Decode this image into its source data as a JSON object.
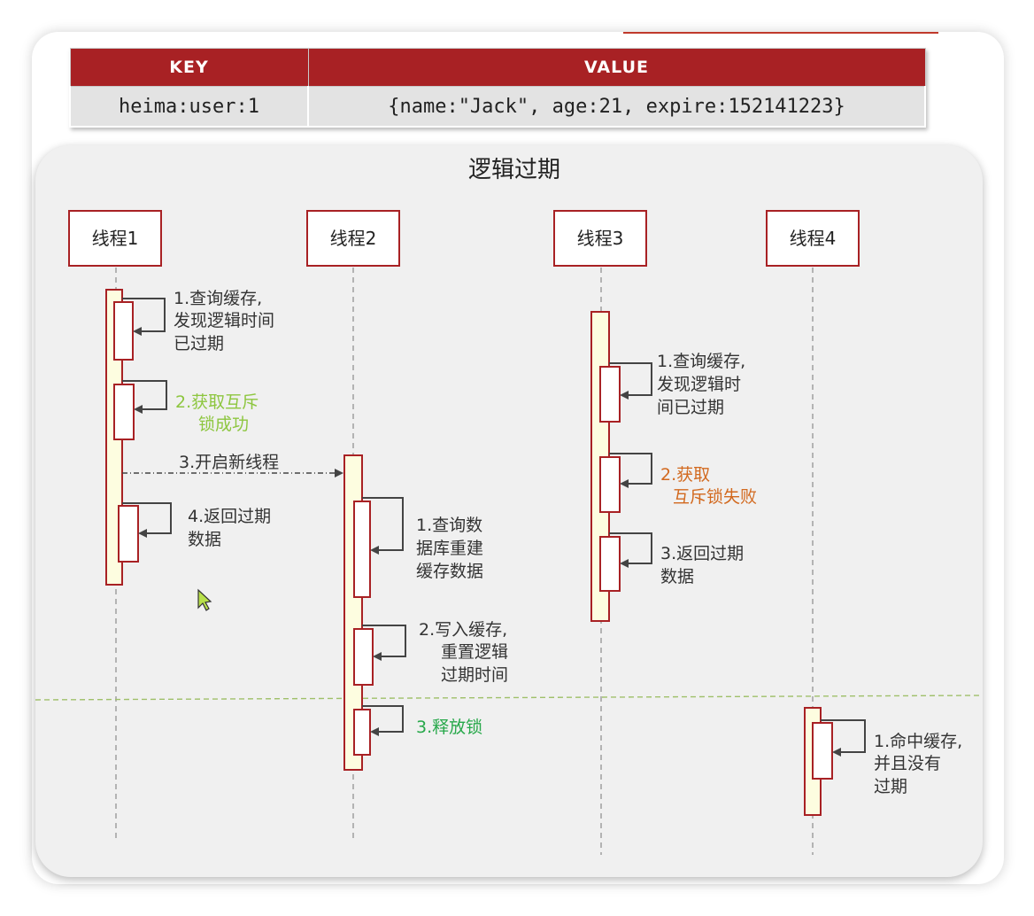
{
  "table": {
    "headers": {
      "key": "KEY",
      "value": "VALUE"
    },
    "row": {
      "key": "heima:user:1",
      "value": "{name:\"Jack\", age:21, expire:152141223}"
    }
  },
  "diagram": {
    "title": "逻辑过期",
    "threads": [
      "线程1",
      "线程2",
      "线程3",
      "线程4"
    ],
    "thread1": {
      "step1": [
        "1.查询缓存,",
        "发现逻辑时间",
        "已过期"
      ],
      "step2": [
        "2.获取互斥",
        "锁成功"
      ],
      "step3": "3.开启新线程",
      "step4": [
        "4.返回过期",
        "数据"
      ]
    },
    "thread2": {
      "step1": [
        "1.查询数",
        "据库重建",
        "缓存数据"
      ],
      "step2": [
        "2.写入缓存,",
        "重置逻辑",
        "过期时间"
      ],
      "step3": "3.释放锁"
    },
    "thread3": {
      "step1": [
        "1.查询缓存,",
        "发现逻辑时",
        "间已过期"
      ],
      "step2": [
        "2.获取",
        "互斥锁失败"
      ],
      "step3": [
        "3.返回过期",
        "数据"
      ]
    },
    "thread4": {
      "step1": [
        "1.命中缓存,",
        "并且没有",
        "过期"
      ]
    },
    "colors": {
      "header_red": "#a82124",
      "activation_fill": "#fdfde0",
      "activation_border": "#a82124",
      "success_green": "#8dc63f",
      "release_green": "#27a84a",
      "fail_orange": "#d2691e",
      "divider": "#9fc06a"
    }
  }
}
